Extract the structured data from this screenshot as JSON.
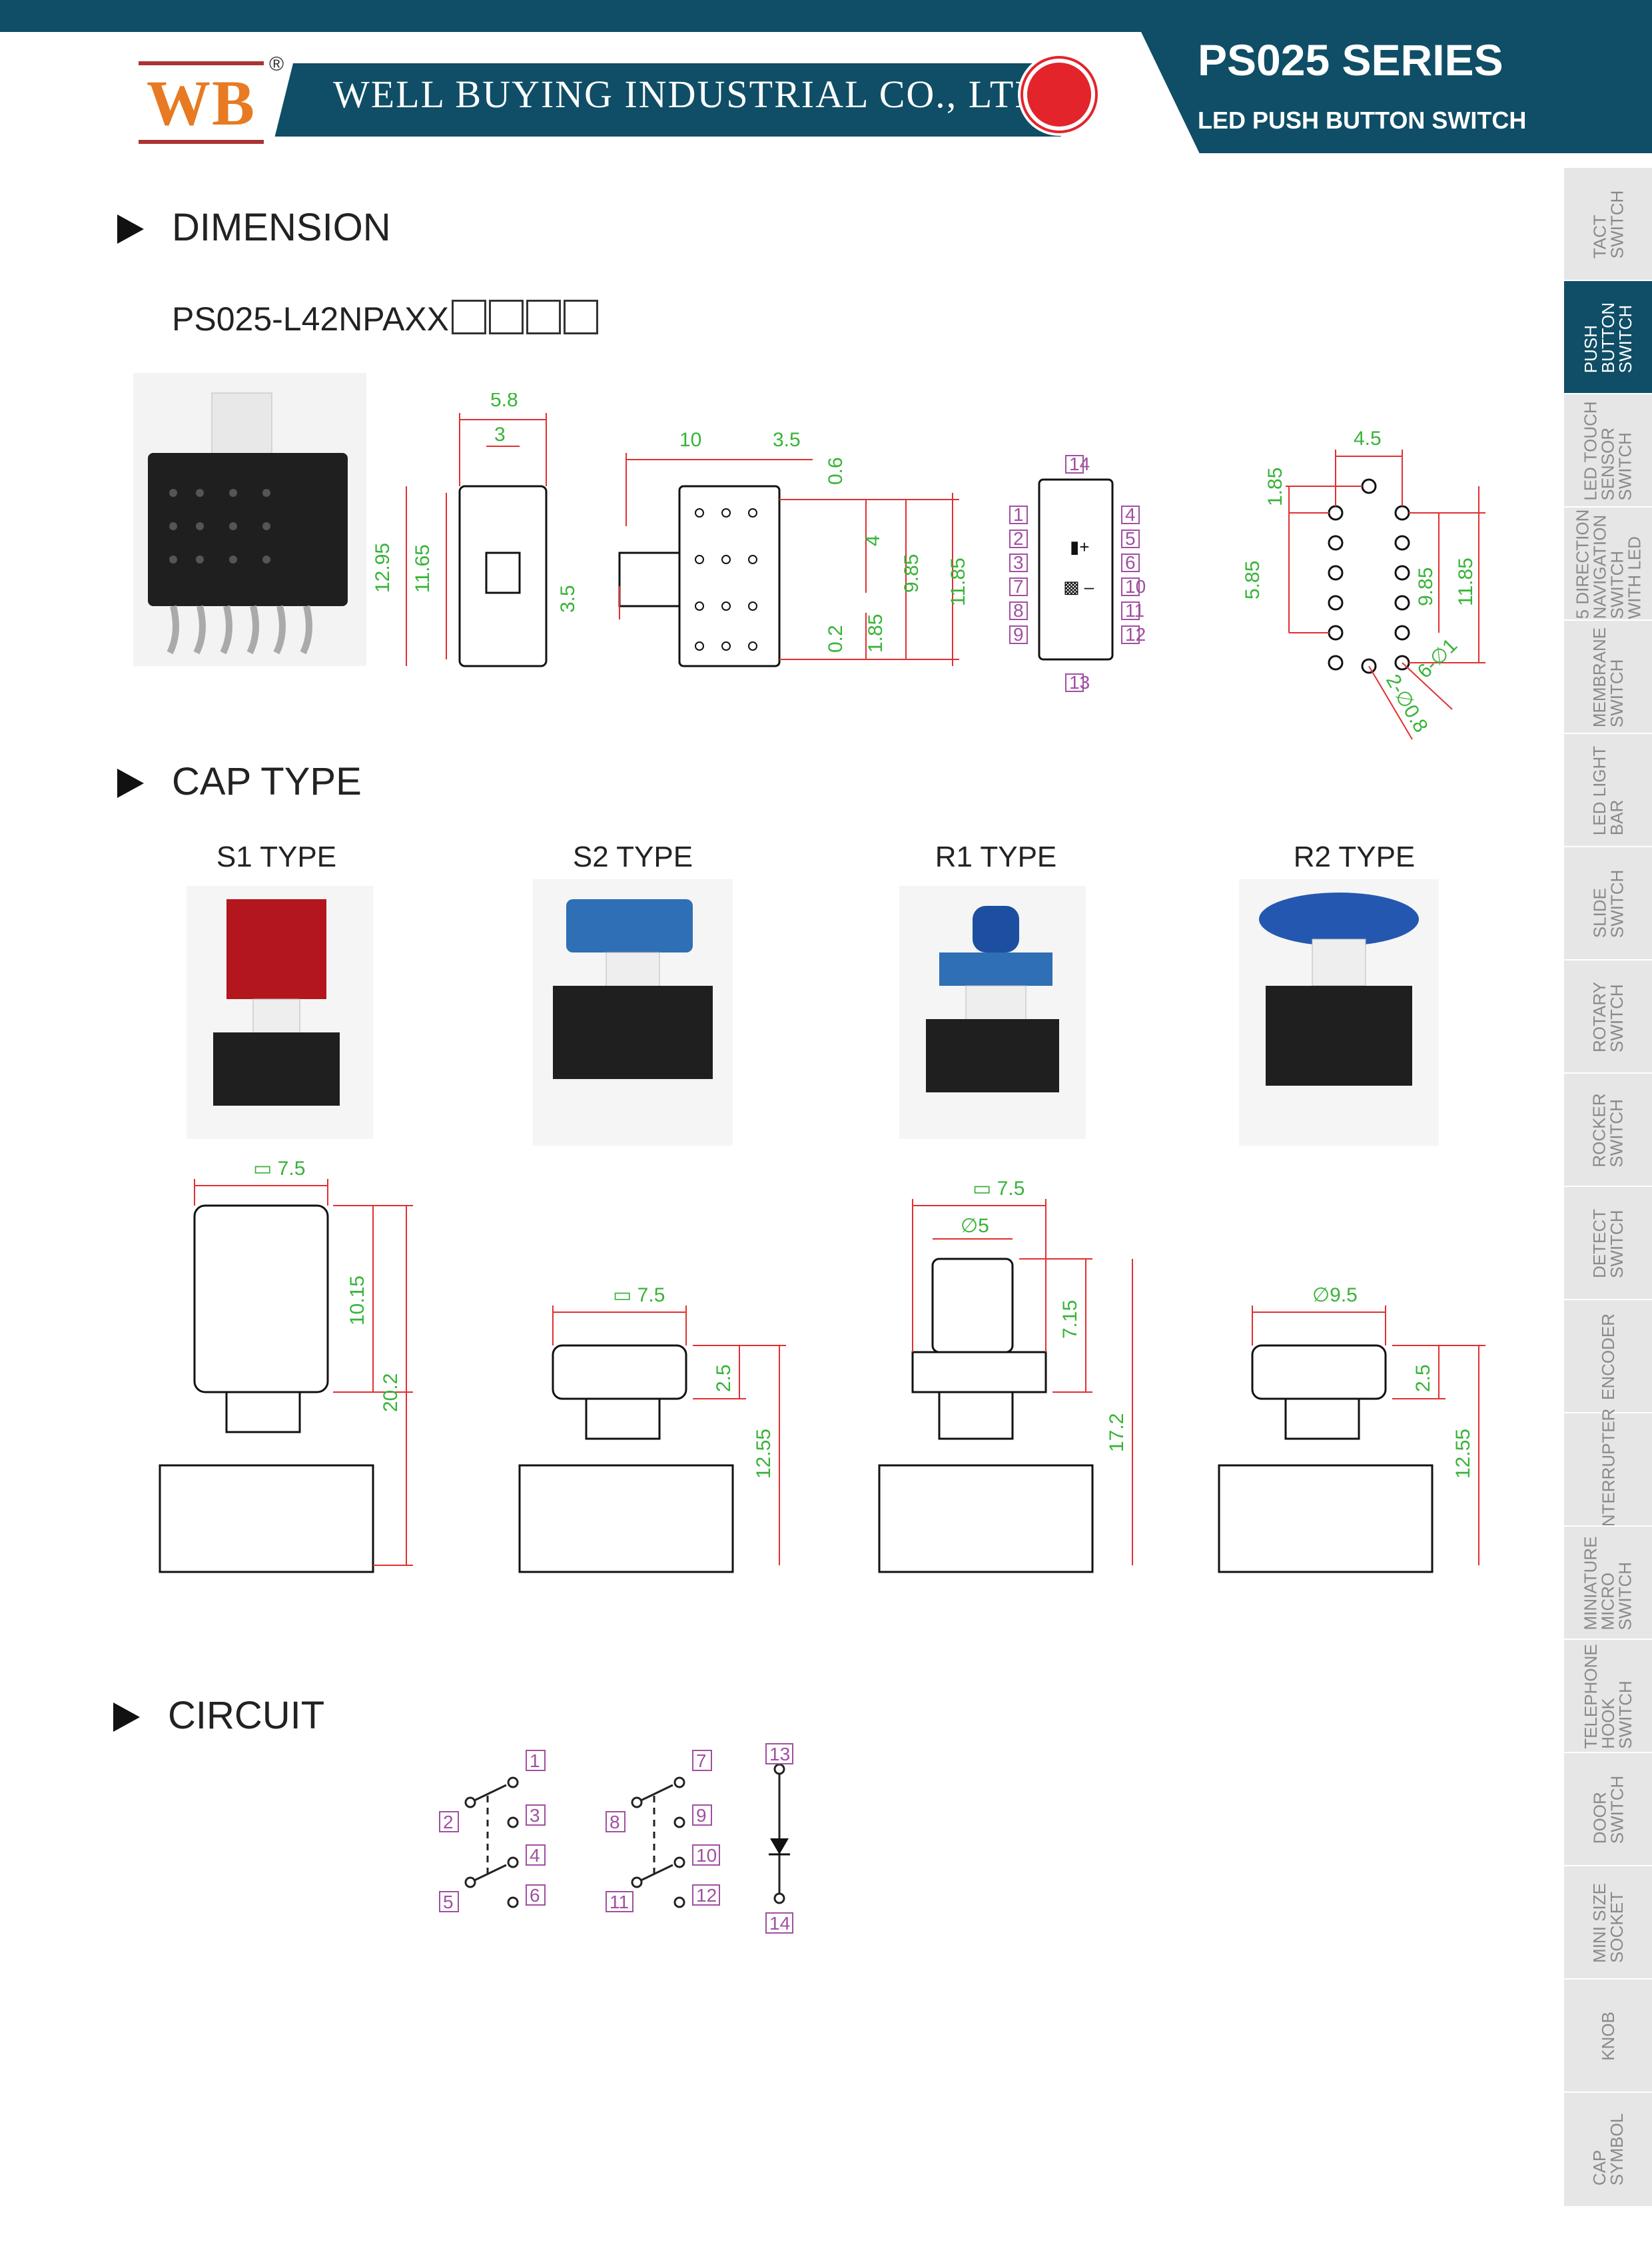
{
  "header": {
    "logo": "WB",
    "registered": "®",
    "company": "WELL BUYING INDUSTRIAL CO., LTD",
    "series": "PS025 SERIES",
    "subtitle": "LED PUSH BUTTON SWITCH"
  },
  "sections": {
    "dimension": "DIMENSION",
    "cap_type": "CAP TYPE",
    "circuit": "CIRCUIT"
  },
  "part_number": "PS025-L42NPAXX",
  "dimension_values": {
    "top_width": "5.8",
    "top_inner": "3",
    "height_outer": "12.95",
    "height_inner": "11.65",
    "side_left": "3.5",
    "side_10": "10",
    "side_35": "3.5",
    "side_06": "0.6",
    "side_4": "4",
    "side_985": "9.85",
    "side_1185": "11.85",
    "side_02": "0.2",
    "side_185": "1.85",
    "pcb_45": "4.5",
    "pcb_185": "1.85",
    "pcb_585": "5.85",
    "pcb_985": "9.85",
    "pcb_1185": "11.85",
    "pcb_hole1": "2-∅0.8",
    "pcb_hole2": "6-∅1"
  },
  "pin_numbers": {
    "left_col": [
      "1",
      "2",
      "3",
      "7",
      "8",
      "9"
    ],
    "right_col": [
      "4",
      "5",
      "6",
      "10",
      "11",
      "12"
    ],
    "top": "14",
    "bottom": "13"
  },
  "cap_types": [
    {
      "label": "S1 TYPE",
      "dim1": "▭ 7.5",
      "dim2": "10.15",
      "dim3": "20.2"
    },
    {
      "label": "S2 TYPE",
      "dim1": "▭ 7.5",
      "dim2": "2.5",
      "dim3": "12.55"
    },
    {
      "label": "R1 TYPE",
      "dim1": "▭ 7.5",
      "dim1b": "∅5",
      "dim2": "7.15",
      "dim3": "17.2"
    },
    {
      "label": "R2 TYPE",
      "dim1": "∅9.5",
      "dim2": "2.5",
      "dim3": "12.55"
    }
  ],
  "circuit_pins": [
    "1",
    "2",
    "3",
    "4",
    "5",
    "6",
    "7",
    "8",
    "9",
    "10",
    "11",
    "12",
    "13",
    "14"
  ],
  "side_tabs": [
    "TACT\nSWITCH",
    "PUSH\nBUTTON\nSWITCH",
    "LED TOUCH\nSENSOR\nSWITCH",
    "5 DIRECTION\nNAVIGATION\nSWITCH\nWITH LED",
    "MEMBRANE\nSWITCH",
    "LED LIGHT\nBAR",
    "SLIDE\nSWITCH",
    "ROTARY\nSWITCH",
    "ROCKER\nSWITCH",
    "DETECT\nSWITCH",
    "ENCODER",
    "INTERRUPTER",
    "MINIATURE\nMICRO\nSWITCH",
    "TELEPHONE\nHOOK\nSWITCH",
    "DOOR\nSWITCH",
    "MINI SIZE\nSOCKET",
    "KNOB",
    "CAP\nSYMBOL"
  ],
  "colors": {
    "brand": "#0f4e66",
    "accent_red": "#e3242b",
    "dim_green": "#37b337",
    "dim_red": "#e03030",
    "pin_purple": "#a050a0"
  }
}
